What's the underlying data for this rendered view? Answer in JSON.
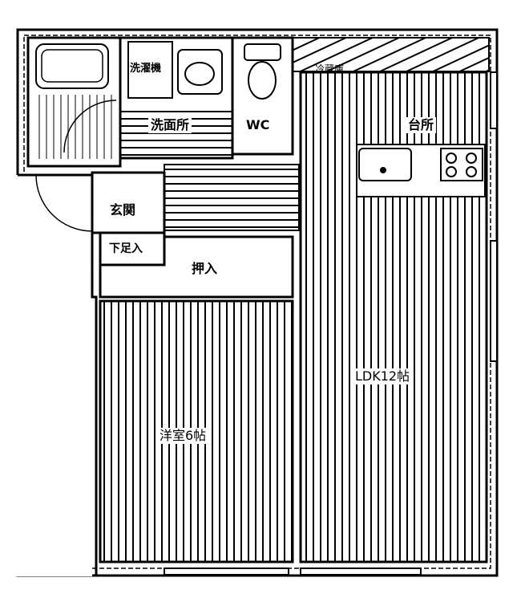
{
  "rooms": {
    "washing_machine": "洗濯機",
    "washroom": "洗面所",
    "wc": "WC",
    "fridge": "冷蔵庫",
    "kitchen": "台所",
    "entrance": "玄関",
    "shoe_cabinet": "下足入",
    "closet": "押入",
    "western_room": "洋室6帖",
    "ldk": "LDK12帖"
  }
}
